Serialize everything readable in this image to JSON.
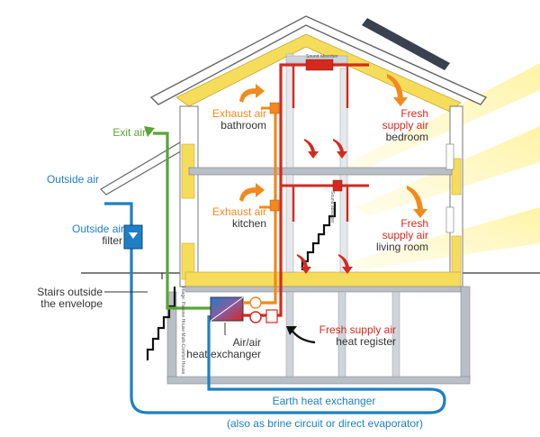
{
  "labels": {
    "exit_air": "Exit air",
    "outside_air": "Outside air",
    "outside_air_filter": [
      "Outside air",
      "filter"
    ],
    "stairs": [
      "Stairs outside",
      "the envelope"
    ],
    "exhaust_bathroom": [
      "Exhaust air",
      "bathroom"
    ],
    "exhaust_kitchen": [
      "Exhaust air",
      "kitchen"
    ],
    "fresh_bedroom": [
      "Fresh",
      "supply air",
      "bedroom"
    ],
    "fresh_living": [
      "Fresh",
      "supply air",
      "living room"
    ],
    "heat_exchanger": [
      "Air/air",
      "heat exchanger"
    ],
    "heat_register": [
      "Fresh supply air",
      "heat register"
    ],
    "earth_hx": "Earth heat exchanger",
    "brine_note": "(also as brine circuit or direct evaporator)",
    "sound_absorber": "Sound absorber",
    "vertical_credit": "Image: Passive House Multi-Comfort House"
  },
  "colors": {
    "insulation": "#f5dc5a",
    "sunlight": "#fff2a8",
    "supply": "#d42a1e",
    "exhaust": "#f08a1e",
    "outside": "#1f7fc4",
    "exit": "#5aa533",
    "structure": "#b9bfc6"
  }
}
